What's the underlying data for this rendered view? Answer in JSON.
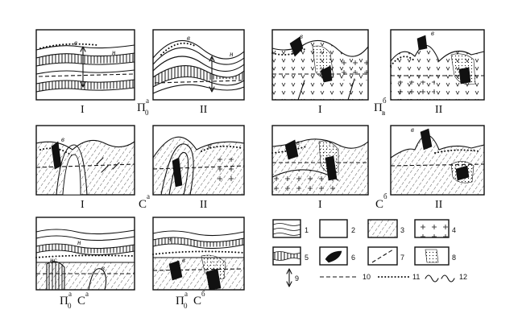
{
  "roman_labels": [
    "I",
    "II",
    "I",
    "II",
    "I",
    "II",
    "I",
    "II"
  ],
  "group_labels": {
    "p0a": {
      "base": "П",
      "sub": "0",
      "sup": "а"
    },
    "pvb": {
      "base": "П",
      "sub": "в",
      "sup": "б"
    },
    "ca": {
      "base": "С",
      "sup": "а"
    },
    "cb": {
      "base": "С",
      "sup": "б"
    },
    "p0a_ca": {
      "base1": "П",
      "sub1": "0",
      "sup1": "а",
      "base2": "С",
      "sup2": "а"
    },
    "p0a_cb": {
      "base1": "П",
      "sub1": "0",
      "sup1": "а",
      "base2": "С",
      "sup2": "б"
    }
  },
  "panel_letters": {
    "b": "в",
    "n": "н",
    "nc": "нс"
  },
  "legend": {
    "items": [
      "1",
      "2",
      "3",
      "4",
      "5",
      "6",
      "7",
      "8",
      "9",
      "10",
      "11",
      "12"
    ]
  }
}
